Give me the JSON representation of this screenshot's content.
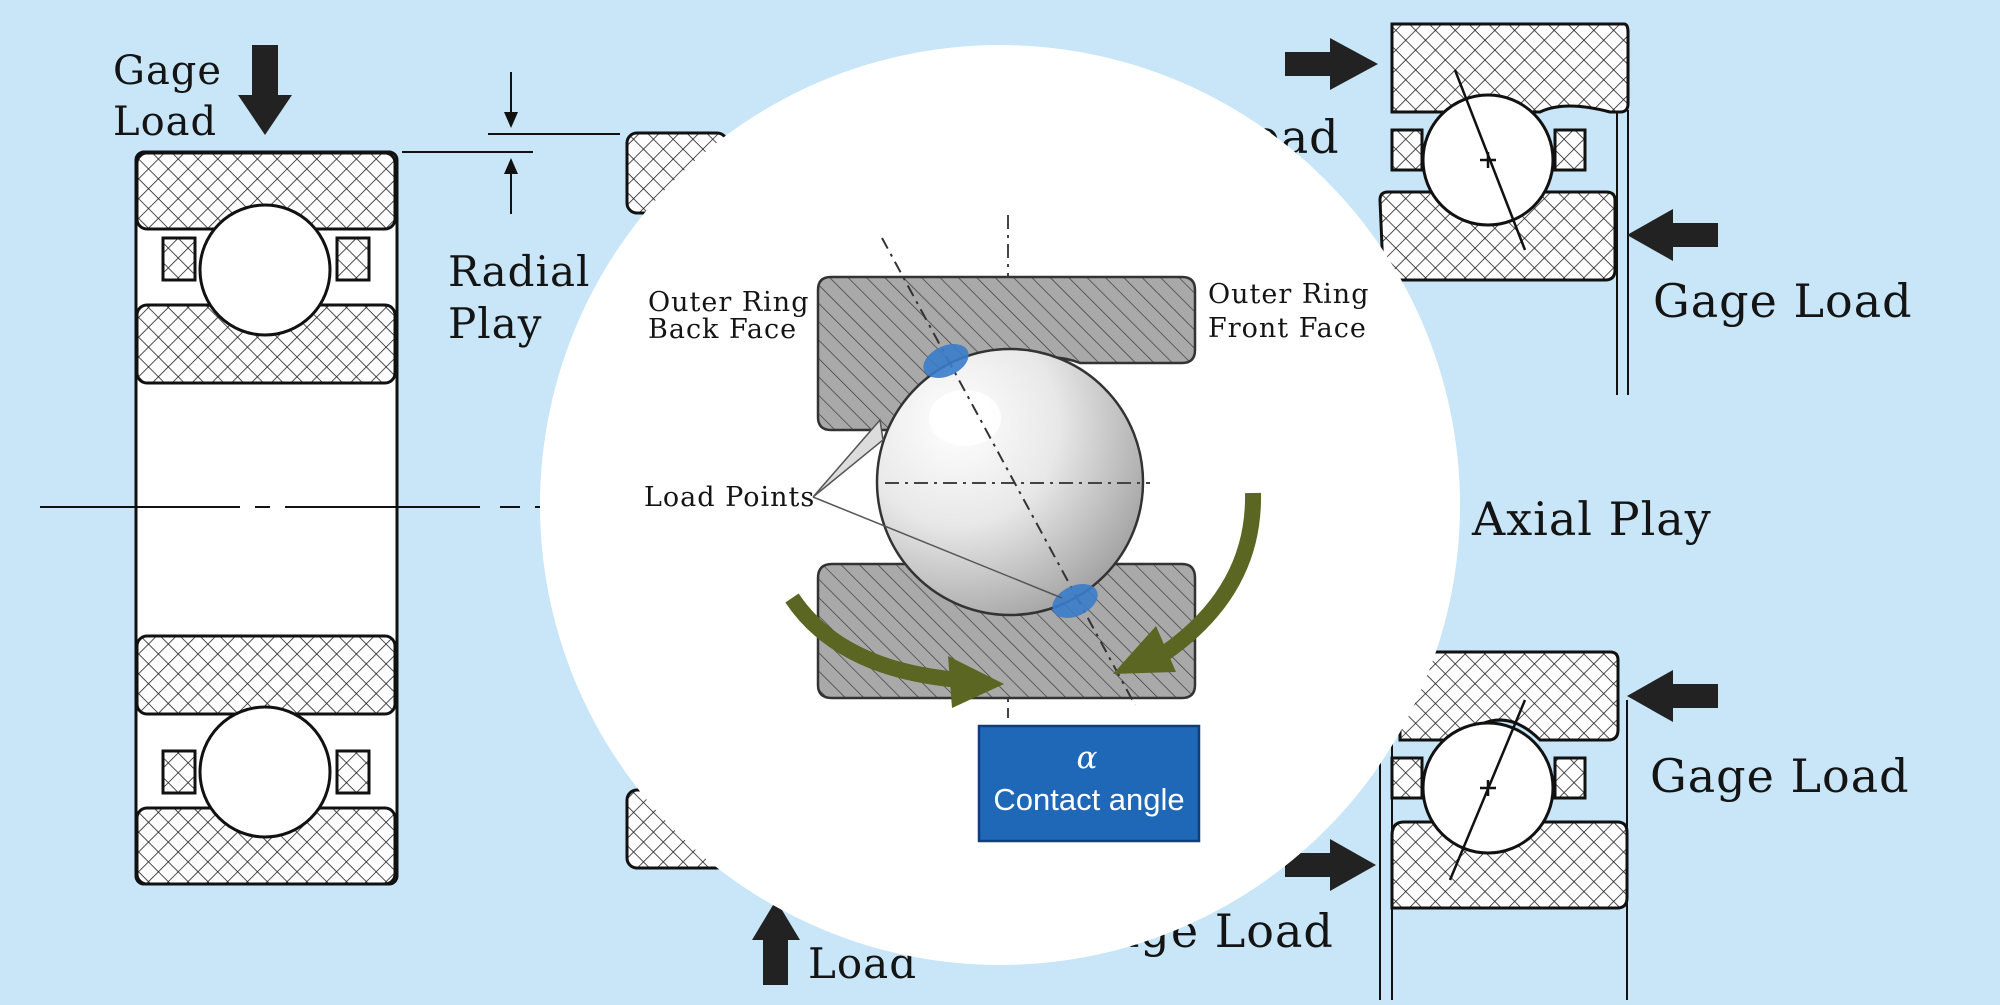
{
  "colors": {
    "background": "#c8e6f8",
    "focus_circle": "#ffffff",
    "arrow_olive": "#5a6622",
    "badge_blue": "#1f68b8",
    "load_point_blue": "#3a7cc9"
  },
  "icons": [
    "down-arrow-icon",
    "up-arrow-icon",
    "right-arrow-icon",
    "left-arrow-icon",
    "curved-arrow-icon"
  ],
  "left_panel": {
    "gage_load": [
      "Gage",
      "Load"
    ],
    "radial_play": [
      "Radial",
      "Play"
    ]
  },
  "bottom_center": {
    "load": "Load"
  },
  "right_panel": {
    "top_partial": "oad",
    "top_gage_load": "Gage Load",
    "axial_play": "Axial Play",
    "bottom_gage_load": "Gage Load",
    "bottom_partial": "age Load"
  },
  "focus": {
    "outer_ring_back_face": [
      "Outer Ring",
      "Back Face"
    ],
    "outer_ring_front_face": [
      "Outer Ring",
      "Front Face"
    ],
    "load_points": "Load Points",
    "contact_angle_symbol": "α",
    "contact_angle_label": "Contact angle"
  }
}
